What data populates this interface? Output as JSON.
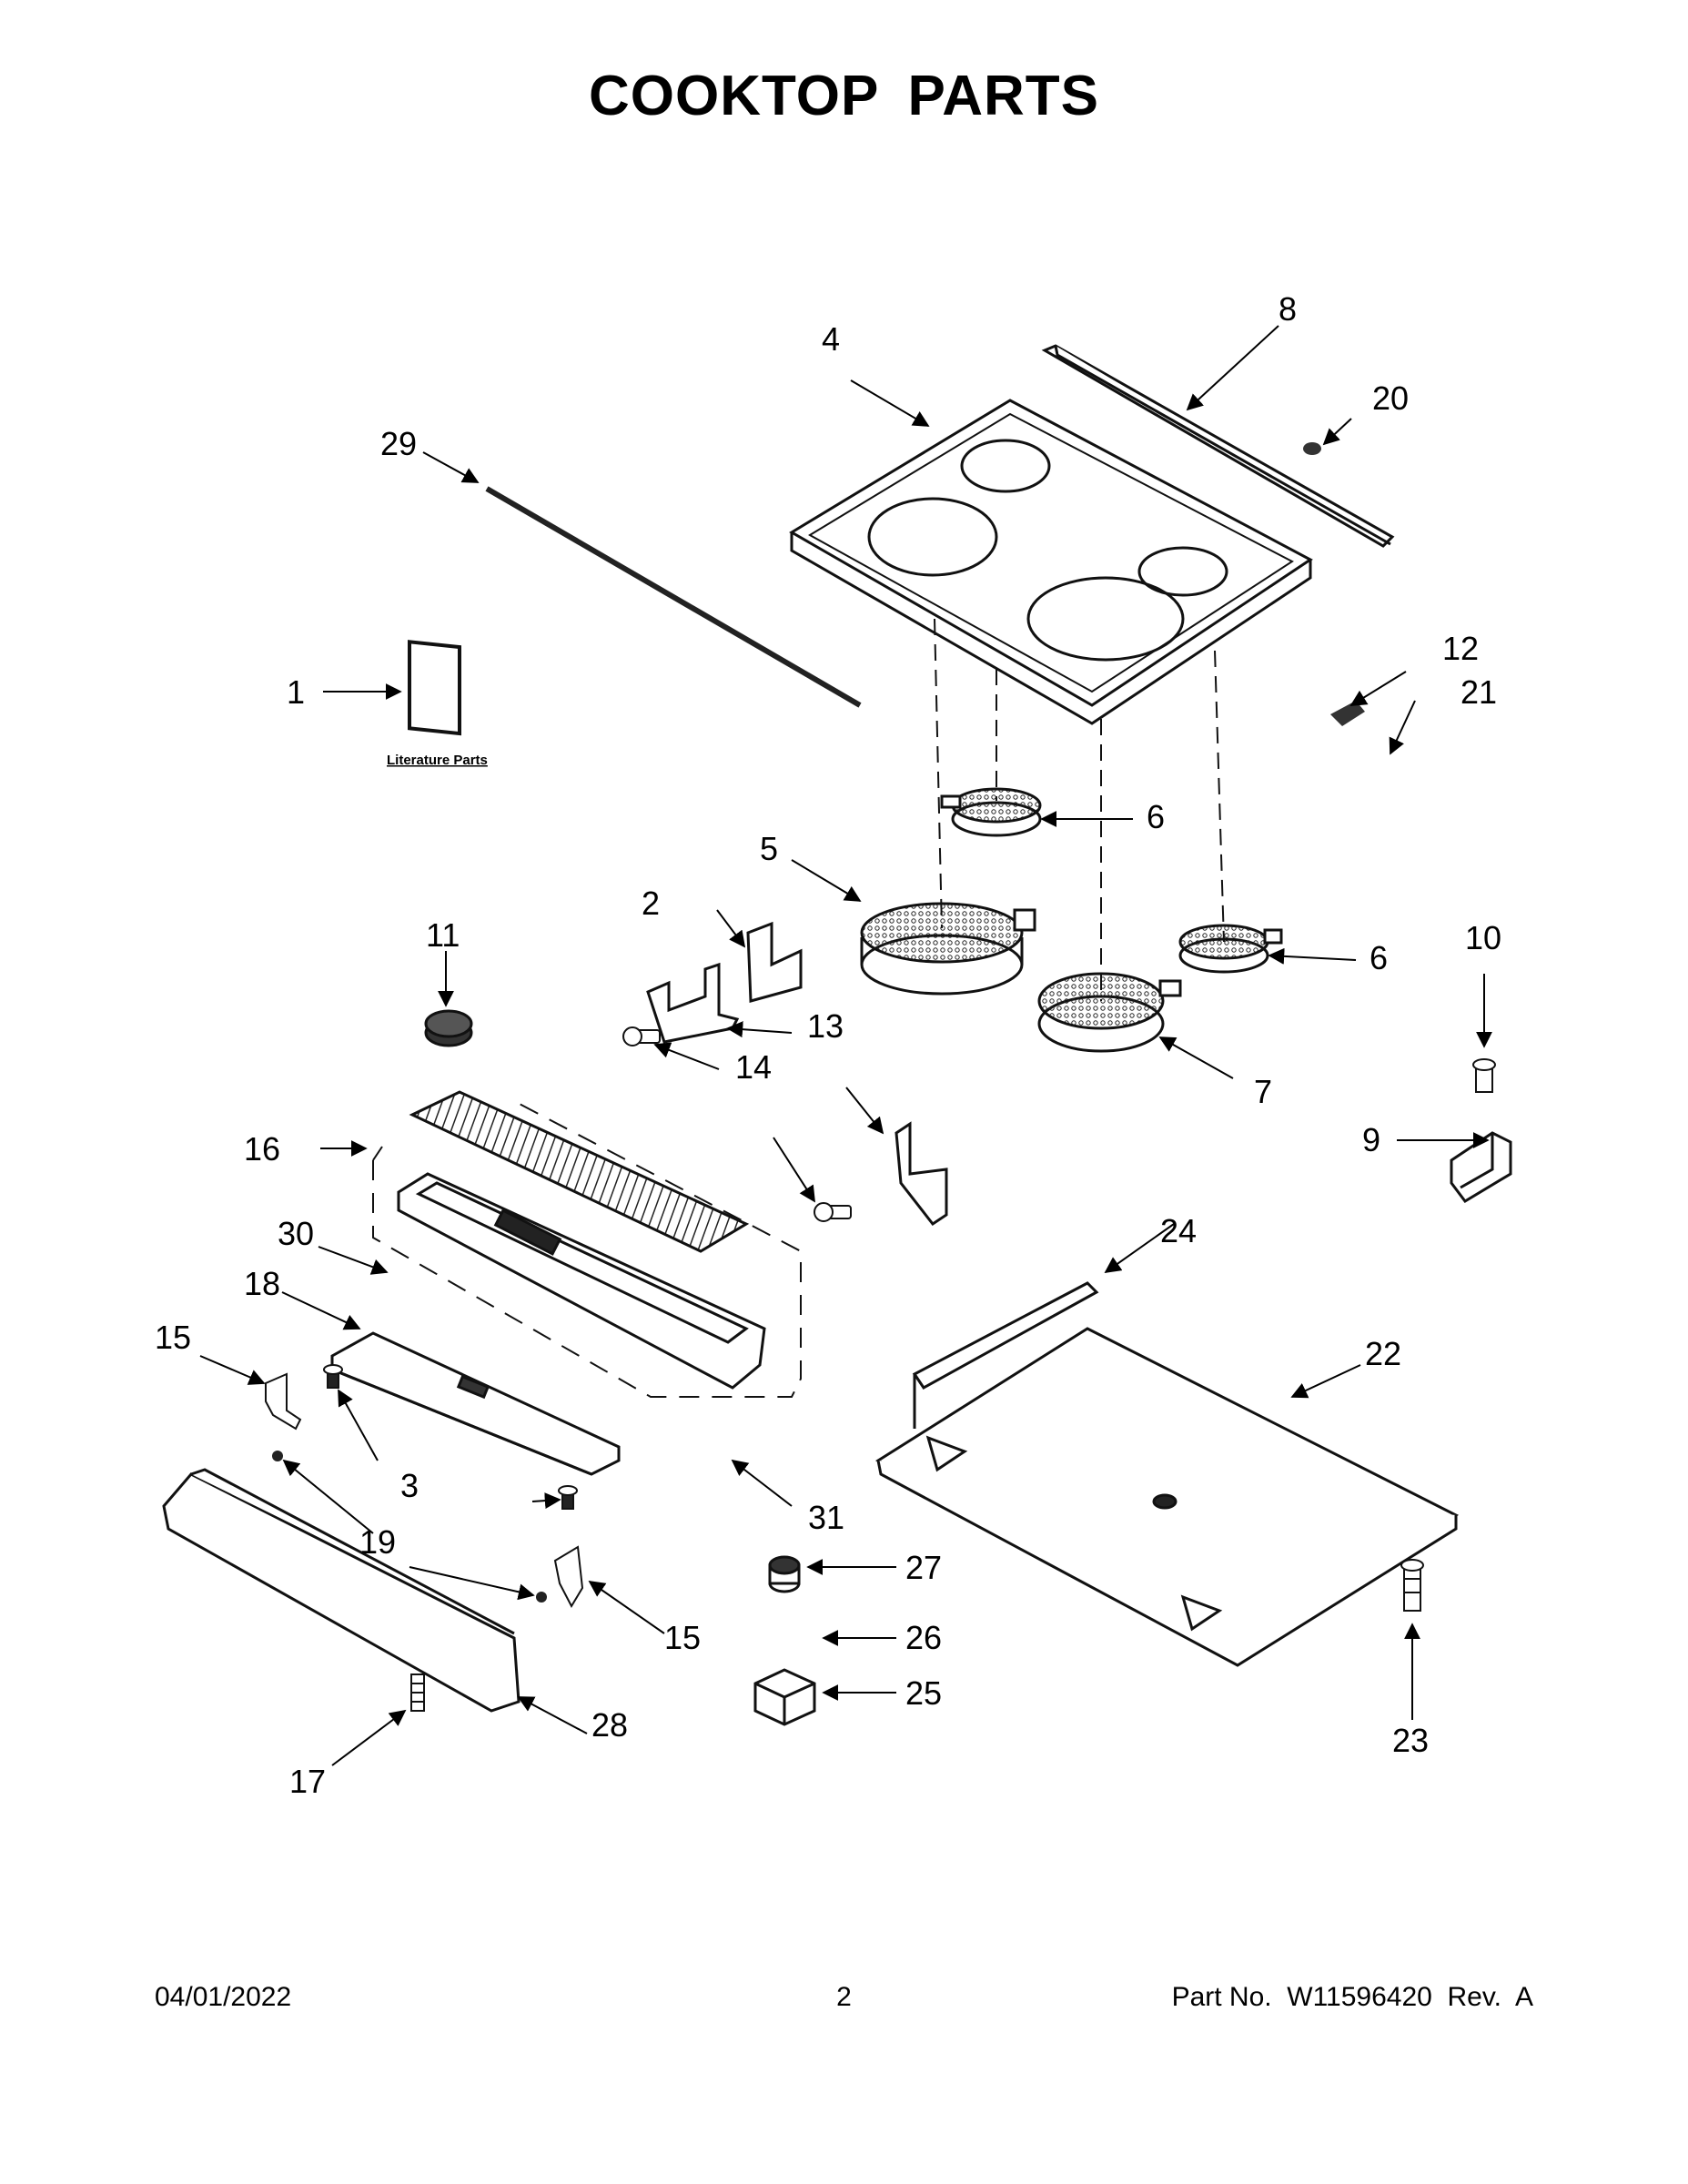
{
  "page": {
    "title": "COOKTOP PARTS",
    "date": "04/01/2022",
    "page_number": "2",
    "part_no": "Part No.  W11596420  Rev.  A"
  },
  "literature_label": "Literature Parts",
  "callouts": {
    "c1": "1",
    "c2": "2",
    "c3": "3",
    "c4": "4",
    "c5": "5",
    "c6a": "6",
    "c6b": "6",
    "c7": "7",
    "c8": "8",
    "c9": "9",
    "c10": "10",
    "c11": "11",
    "c12": "12",
    "c13a": "13",
    "c13b": "13",
    "c14": "14",
    "c15a": "15",
    "c15b": "15",
    "c16": "16",
    "c17": "17",
    "c18": "18",
    "c19": "19",
    "c20": "20",
    "c21": "21",
    "c22": "22",
    "c23": "23",
    "c24": "24",
    "c25": "25",
    "c26": "26",
    "c27": "27",
    "c28": "28",
    "c29": "29",
    "c30": "30",
    "c31": "31"
  }
}
